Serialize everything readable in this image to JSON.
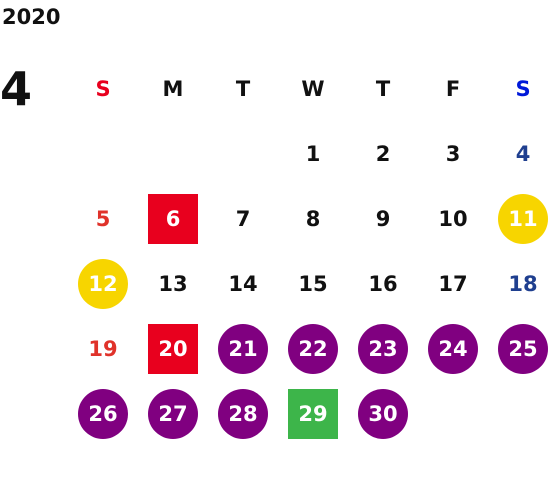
{
  "calendar": {
    "year": "2020",
    "month": "4",
    "weekdays": [
      {
        "label": "S",
        "color": "#e8001e"
      },
      {
        "label": "M",
        "color": "#111111"
      },
      {
        "label": "T",
        "color": "#111111"
      },
      {
        "label": "W",
        "color": "#111111"
      },
      {
        "label": "T",
        "color": "#111111"
      },
      {
        "label": "F",
        "color": "#111111"
      },
      {
        "label": "S",
        "color": "#0019d9"
      }
    ],
    "first_weekday_index": 3,
    "days": [
      {
        "day": "1",
        "style": "plain",
        "color": "#111111"
      },
      {
        "day": "2",
        "style": "plain",
        "color": "#111111"
      },
      {
        "day": "3",
        "style": "plain",
        "color": "#111111"
      },
      {
        "day": "4",
        "style": "plain",
        "color": "#1f3f8f"
      },
      {
        "day": "5",
        "style": "plain",
        "color": "#e0322a"
      },
      {
        "day": "6",
        "style": "square-red"
      },
      {
        "day": "7",
        "style": "plain",
        "color": "#111111"
      },
      {
        "day": "8",
        "style": "plain",
        "color": "#111111"
      },
      {
        "day": "9",
        "style": "plain",
        "color": "#111111"
      },
      {
        "day": "10",
        "style": "plain",
        "color": "#111111"
      },
      {
        "day": "11",
        "style": "circle-yellow"
      },
      {
        "day": "12",
        "style": "circle-yellow"
      },
      {
        "day": "13",
        "style": "plain",
        "color": "#111111"
      },
      {
        "day": "14",
        "style": "plain",
        "color": "#111111"
      },
      {
        "day": "15",
        "style": "plain",
        "color": "#111111"
      },
      {
        "day": "16",
        "style": "plain",
        "color": "#111111"
      },
      {
        "day": "17",
        "style": "plain",
        "color": "#111111"
      },
      {
        "day": "18",
        "style": "plain",
        "color": "#1f3f8f"
      },
      {
        "day": "19",
        "style": "plain",
        "color": "#e0322a"
      },
      {
        "day": "20",
        "style": "square-red"
      },
      {
        "day": "21",
        "style": "circle-purple"
      },
      {
        "day": "22",
        "style": "circle-purple"
      },
      {
        "day": "23",
        "style": "circle-purple"
      },
      {
        "day": "24",
        "style": "circle-purple"
      },
      {
        "day": "25",
        "style": "circle-purple"
      },
      {
        "day": "26",
        "style": "circle-purple"
      },
      {
        "day": "27",
        "style": "circle-purple"
      },
      {
        "day": "28",
        "style": "circle-purple"
      },
      {
        "day": "29",
        "style": "square-green"
      },
      {
        "day": "30",
        "style": "circle-purple"
      }
    ]
  },
  "colors": {
    "red": "#e8001e",
    "yellow": "#f7d500",
    "purple": "#800080",
    "green": "#3db54a",
    "sunday_red": "#e0322a",
    "saturday_blue": "#1f3f8f"
  }
}
